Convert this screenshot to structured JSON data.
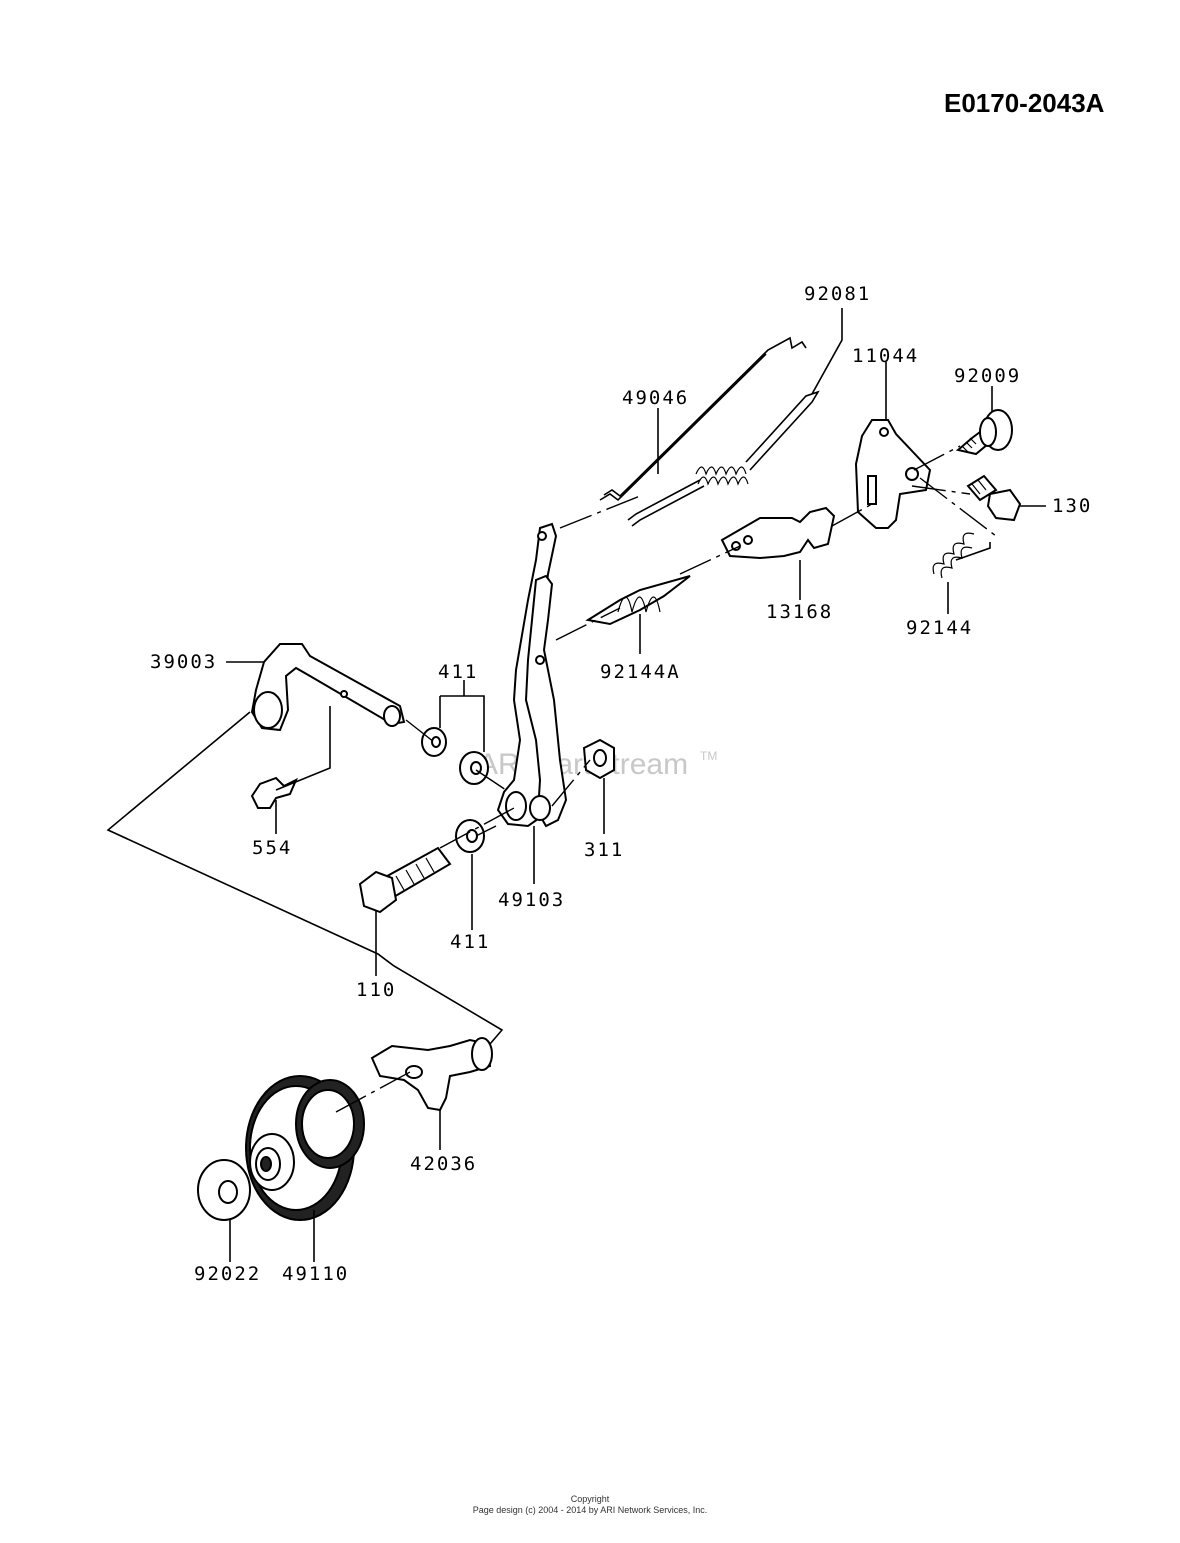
{
  "diagram": {
    "id": "E0170-2043A",
    "watermark": "ARI PartStream",
    "watermark_tm": "TM",
    "parts": [
      {
        "key": "p92081",
        "number": "92081"
      },
      {
        "key": "p11044",
        "number": "11044"
      },
      {
        "key": "p92009",
        "number": "92009"
      },
      {
        "key": "p49046",
        "number": "49046"
      },
      {
        "key": "p130",
        "number": "130"
      },
      {
        "key": "p13168",
        "number": "13168"
      },
      {
        "key": "p92144",
        "number": "92144"
      },
      {
        "key": "p92144A",
        "number": "92144A"
      },
      {
        "key": "p39003",
        "number": "39003"
      },
      {
        "key": "p411a",
        "number": "411"
      },
      {
        "key": "p554",
        "number": "554"
      },
      {
        "key": "p311",
        "number": "311"
      },
      {
        "key": "p49103",
        "number": "49103"
      },
      {
        "key": "p411b",
        "number": "411"
      },
      {
        "key": "p110",
        "number": "110"
      },
      {
        "key": "p42036",
        "number": "42036"
      },
      {
        "key": "p92022",
        "number": "92022"
      },
      {
        "key": "p49110",
        "number": "49110"
      }
    ]
  },
  "footer": {
    "line1": "Copyright",
    "line2": "Page design (c) 2004 - 2014 by ARI Network Services, Inc."
  }
}
